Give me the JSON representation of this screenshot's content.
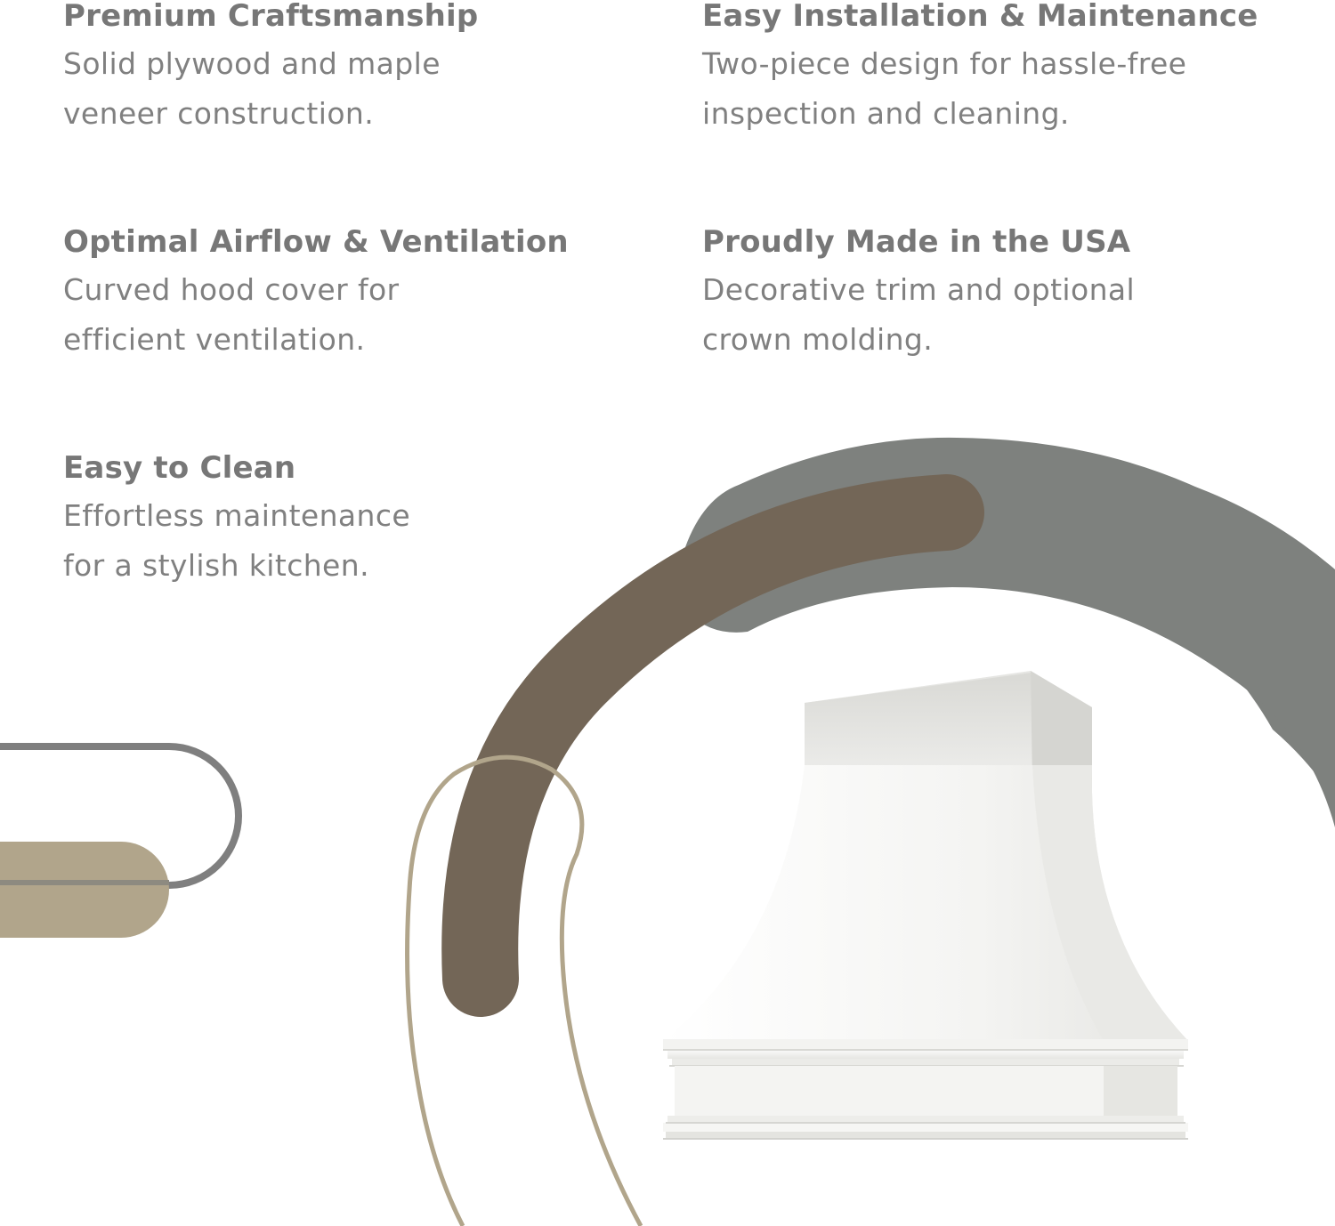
{
  "features": [
    {
      "title": "Premium Craftsmanship",
      "line1": "Solid plywood and maple",
      "line2": "veneer construction."
    },
    {
      "title": "Easy Installation & Maintenance",
      "line1": "Two-piece design for hassle-free",
      "line2": "inspection and cleaning."
    },
    {
      "title": "Optimal Airflow & Ventilation",
      "line1": "Curved hood cover for",
      "line2": "efficient ventilation."
    },
    {
      "title": "Proudly Made in the USA",
      "line1": "Decorative trim and optional",
      "line2": "crown molding."
    },
    {
      "title": "Easy to Clean",
      "line1": "Effortless maintenance",
      "line2": "for a stylish kitchen."
    }
  ],
  "colors": {
    "heading": "#777777",
    "body": "#808080",
    "arc_gray": "#7e817e",
    "arc_brown": "#736657",
    "accent_tan": "#b1a58b",
    "outline_gray": "#7f7f7f",
    "hood_white": "#f2f2f0"
  }
}
